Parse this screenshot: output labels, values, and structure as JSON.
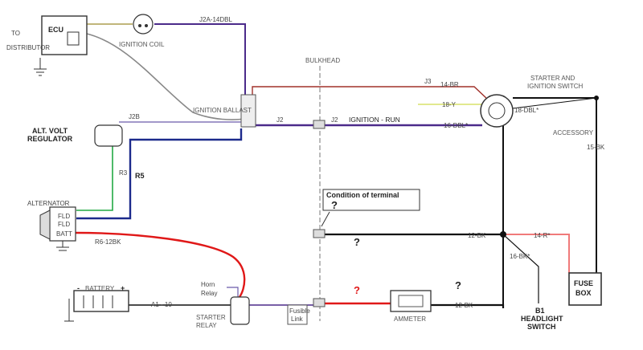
{
  "labels": {
    "ecu": "ECU",
    "to_distributor_1": "TO",
    "to_distributor_2": "DISTRIBUTOR",
    "ignition_coil": "IGNITION COIL",
    "ignition_ballast": "IGNITION BALLAST",
    "bulkhead": "BULKHEAD",
    "starter_switch_1": "STARTER AND",
    "starter_switch_2": "IGNITION SWITCH",
    "alt_volt_reg_1": "ALT. VOLT",
    "alt_volt_reg_2": "REGULATOR",
    "alternator": "ALTERNATOR",
    "fld1": "FLD",
    "fld2": "FLD",
    "batt": "BATT",
    "battery": "BATTERY",
    "horn_relay_1": "Horn",
    "horn_relay_2": "Relay",
    "starter_relay_1": "STARTER",
    "starter_relay_2": "RELAY",
    "fusible_link_1": "Fusible",
    "fusible_link_2": "Link",
    "ammeter": "AMMETER",
    "fuse_box_1": "FUSE",
    "fuse_box_2": "BOX",
    "headlight_1": "B1",
    "headlight_2": "HEADLIGHT",
    "headlight_3": "SWITCH",
    "accessory": "ACCESSORY",
    "condition_note": "Condition of terminal"
  },
  "wires": {
    "j2a": "J2A-14DBL",
    "j3": "J3",
    "br14": "14-BR",
    "y18": "18-Y",
    "dbl18": "18-DBL*",
    "j2b": "J2B",
    "j2_left": "J2",
    "j2_right": "J2",
    "ign_run": "IGNITION - RUN",
    "dbl16": "16-DBL*",
    "bk15": "15-BK",
    "r3": "R3",
    "r5": "R5",
    "r6": "R6-12BK",
    "bk12_top": "12-BK",
    "bk12_bottom": "12-BK",
    "r14": "14-R*",
    "bk16": "16-BK*",
    "a1": "A1 - 10",
    "batt_minus": "-",
    "batt_plus": "+"
  },
  "questions": {
    "q1": "?",
    "q2": "?",
    "q3": "?",
    "q4": "?"
  },
  "colors": {
    "purple": "#4b2a8a",
    "dark_blue": "#1c2a8c",
    "brown_red": "#a0302a",
    "green": "#22aa44",
    "red": "#e01818",
    "pink": "#f07a7a",
    "black": "#111111",
    "gray": "#888888",
    "olive": "#9a8a2a"
  }
}
